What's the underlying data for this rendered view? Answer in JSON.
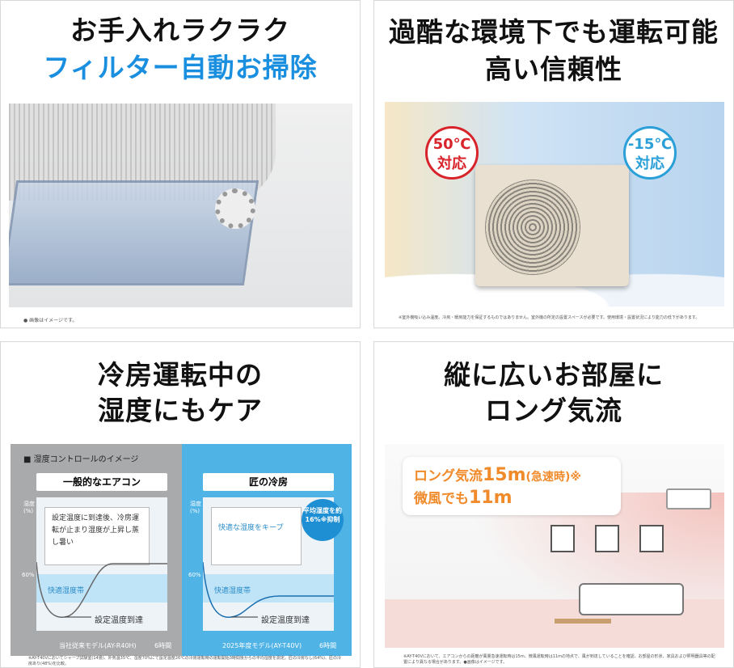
{
  "panel1": {
    "title_line1": "お手入れラクラク",
    "title_line2": "フィルター自動お掃除",
    "note": "● 画像はイメージです。"
  },
  "panel2": {
    "title_line1": "過酷な環境下でも運転可能",
    "title_line2": "高い信頼性",
    "badge_hot_temp": "50℃",
    "badge_hot_label": "対応",
    "badge_cold_temp": "-15℃",
    "badge_cold_label": "対応",
    "note": "※室外機吸い込み温度。冷房・暖房能力を保証するものではありません。室外機の所定の設置スペースが必要です。使用環境・設置状況により能力の低下があります。"
  },
  "panel3": {
    "title_line1": "冷房運転中の",
    "title_line2": "湿度にもケア",
    "chart_title": "■ 湿度コントロールのイメージ",
    "left": {
      "header": "一般的なエアコン",
      "y_label": "湿度 (%)",
      "tick_60": "60%",
      "bubble": "設定温度に到達後、冷房運転が止まり湿度が上昇し蒸し暑い",
      "band_label": "快適湿度帯",
      "reached": "設定温度到達",
      "model": "当社従来モデル(AY-R40H)",
      "time": "6時間"
    },
    "right": {
      "header": "匠の冷房",
      "y_label": "湿度 (%)",
      "tick_60": "60%",
      "bubble": "快適な湿度をキープ",
      "circle": "平均湿度を約16%※抑制",
      "band_label": "快適湿度帯",
      "reached": "設定温度到達",
      "model": "2025年度モデル(AY-T40V)",
      "time": "6時間"
    },
    "note": "※AY-T40Vにおいてシャープ試験室(14畳)、外気温35℃、湿度70%にて設定温度26℃の冷房運転時の運転開始3時間後からの平均湿度を測定。匠の冷房なし(64%)、匠の冷房あり(48%)を比較。"
  },
  "panel4": {
    "title_line1": "縦に広いお部屋に",
    "title_line2": "ロング気流",
    "callout_line1_prefix": "ロング気流",
    "callout_line1_value": "15m",
    "callout_line1_suffix": "(急速時)※",
    "callout_line2_prefix": "微風でも",
    "callout_line2_value": "11m",
    "note": "※AY-T40Vにおいて、エアコンからの距離が風量急速運転時は15m、微風運転時は11mの地点で、風が到達していることを確認。お部屋の形状、家具および照明器具等の配置により異なる場合があります。●画像はイメージです。"
  }
}
